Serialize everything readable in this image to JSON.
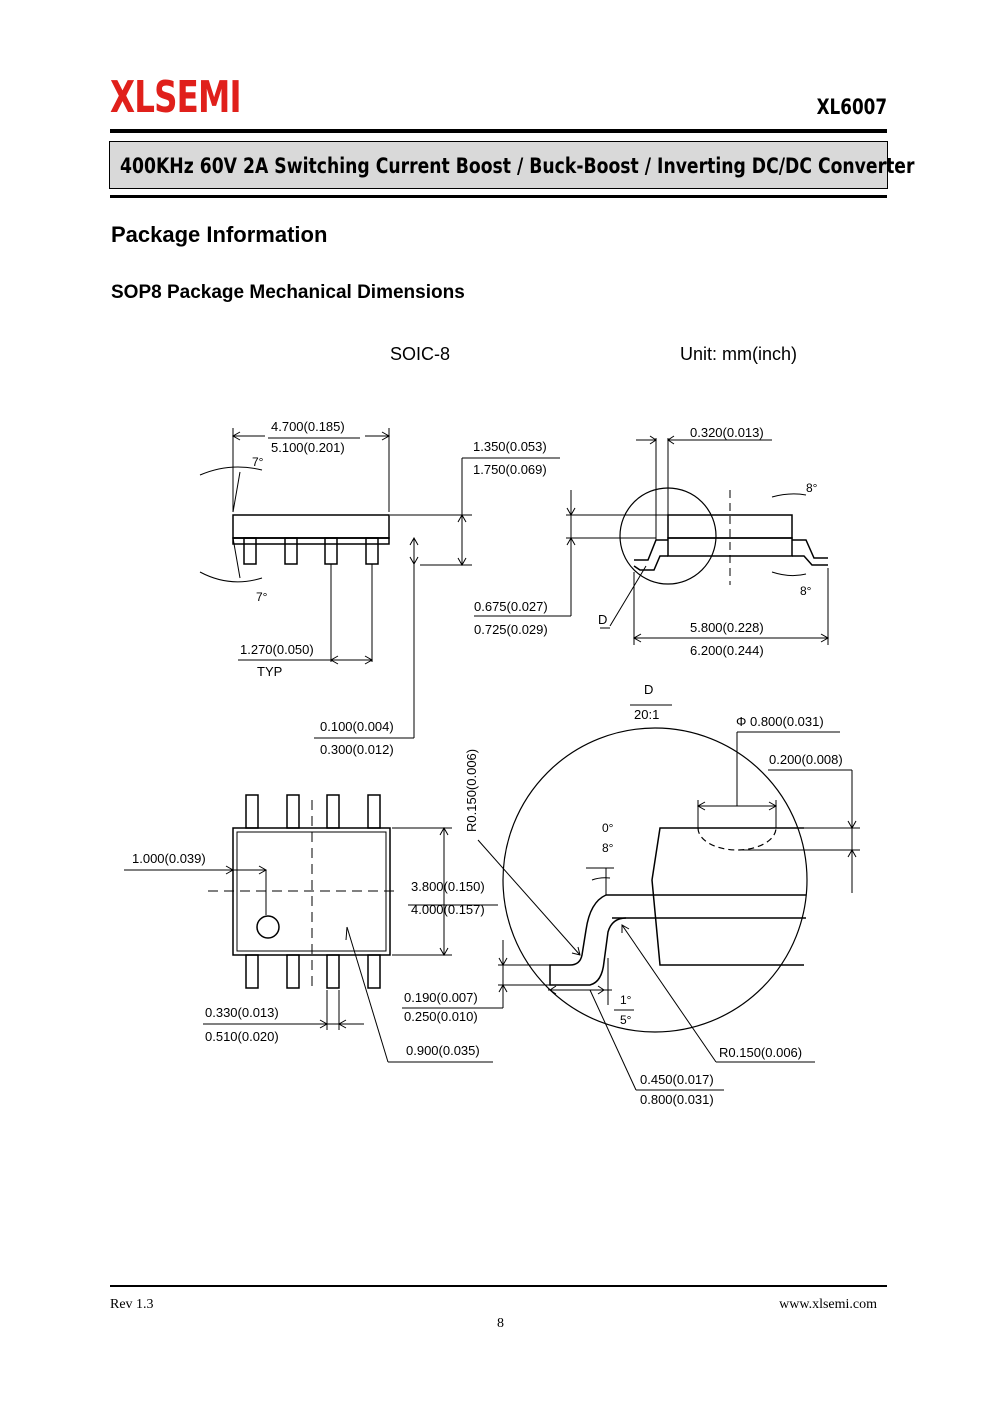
{
  "header": {
    "logo": "XLSEMI",
    "part_number": "XL6007",
    "title": "400KHz 60V 2A Switching Current Boost / Buck-Boost / Inverting DC/DC Converter"
  },
  "section_title": "Package Information",
  "subsection_title": "SOP8 Package Mechanical Dimensions",
  "drawing": {
    "package_name": "SOIC-8",
    "unit": "Unit: mm(inch)",
    "dims": {
      "d_body_len_min": "4.700(0.185)",
      "d_body_len_max": "5.100(0.201)",
      "d_height_min": "1.350(0.053)",
      "d_height_max": "1.750(0.069)",
      "d_lead_w_min": "0.320(0.013)",
      "d_angle_7a": "7°",
      "d_angle_7b": "7°",
      "d_angle_8a": "8°",
      "d_angle_8b": "8°",
      "d_standoff_min": "0.675(0.027)",
      "d_standoff_max": "0.725(0.029)",
      "d_detail": "D",
      "d_width_min": "5.800(0.228)",
      "d_width_max": "6.200(0.244)",
      "d_pitch": "1.270(0.050)",
      "d_pitch_typ": "TYP",
      "d_detail_d": "D",
      "d_detail_scale": "20:1",
      "d_phi": "Φ 0.800(0.031)",
      "d_lead_t": "0.200(0.008)",
      "d_clear_min": "0.100(0.004)",
      "d_clear_max": "0.300(0.012)",
      "d_r_top": "R0.150(0.006)",
      "d_pin1": "1.000(0.039)",
      "d_angle_0": "0°",
      "d_angle_8c": "8°",
      "d_bw_min": "3.800(0.150)",
      "d_bw_max": "4.000(0.157)",
      "d_t_min": "0.190(0.007)",
      "d_t_max": "0.250(0.010)",
      "d_angle_1": "1°",
      "d_angle_5": "5°",
      "d_lw_min": "0.330(0.013)",
      "d_lw_max": "0.510(0.020)",
      "d_lead_len": "0.900(0.035)",
      "d_r_bot": "R0.150(0.006)",
      "d_foot_min": "0.450(0.017)",
      "d_foot_max": "0.800(0.031)"
    }
  },
  "footer": {
    "revision": "Rev 1.3",
    "website": "www.xlsemi.com",
    "page_number": "8"
  }
}
